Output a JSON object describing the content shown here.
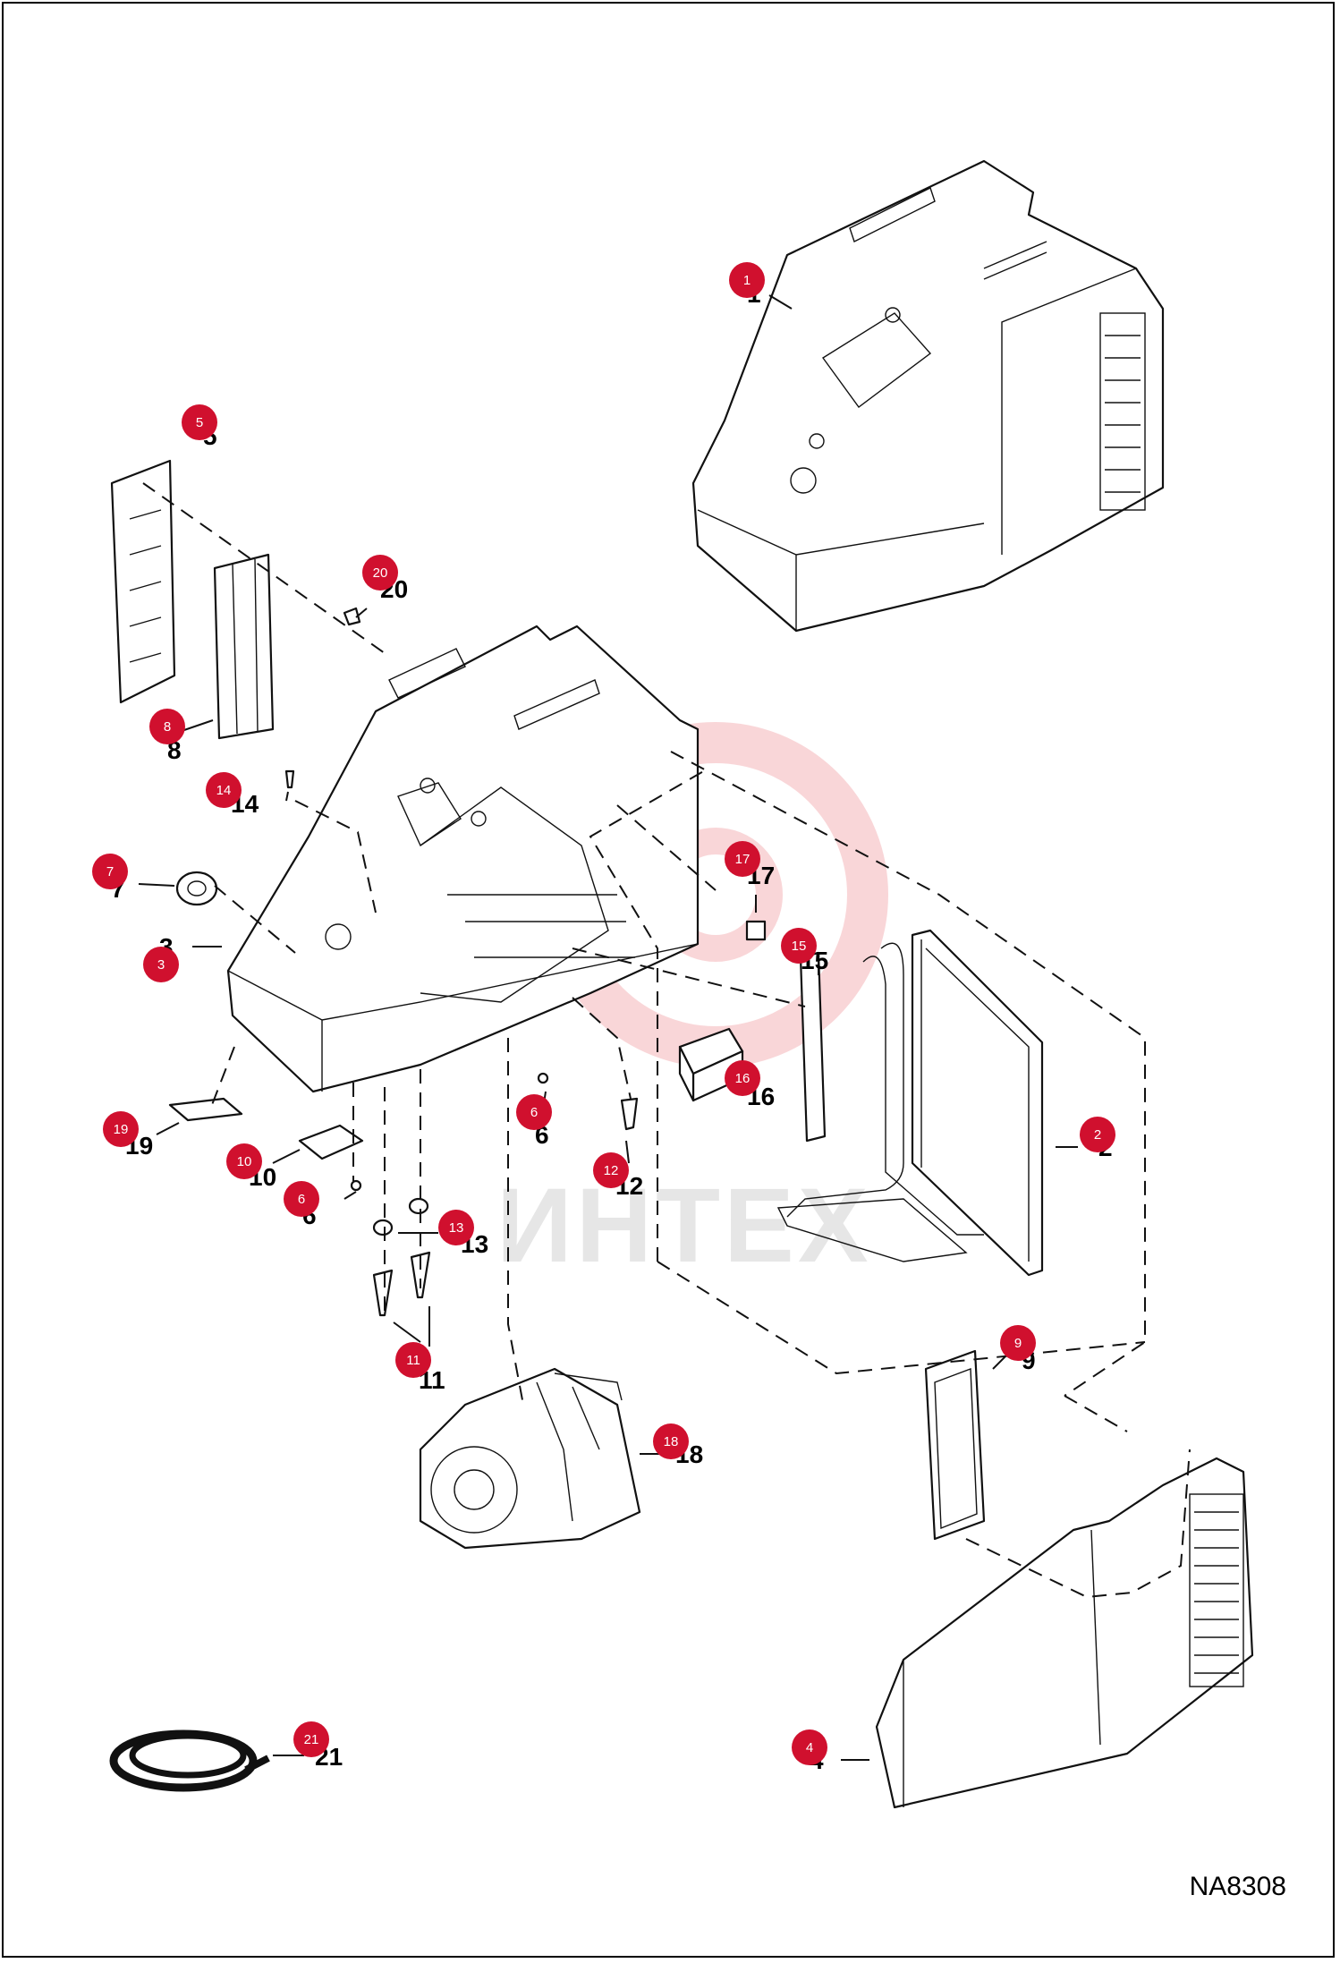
{
  "watermark": "ИНТЕХ",
  "drawing_code": "NA8308",
  "callouts": [
    {
      "id": "1",
      "label": "1"
    },
    {
      "id": "2",
      "label": "2"
    },
    {
      "id": "3",
      "label": "3"
    },
    {
      "id": "4",
      "label": "4"
    },
    {
      "id": "5",
      "label": "5"
    },
    {
      "id": "6a",
      "label": "6"
    },
    {
      "id": "6b",
      "label": "6"
    },
    {
      "id": "7",
      "label": "7"
    },
    {
      "id": "8",
      "label": "8"
    },
    {
      "id": "9",
      "label": "9"
    },
    {
      "id": "10",
      "label": "10"
    },
    {
      "id": "11",
      "label": "11"
    },
    {
      "id": "12",
      "label": "12"
    },
    {
      "id": "13",
      "label": "13"
    },
    {
      "id": "14",
      "label": "14"
    },
    {
      "id": "15",
      "label": "15"
    },
    {
      "id": "16",
      "label": "16"
    },
    {
      "id": "17",
      "label": "17"
    },
    {
      "id": "18",
      "label": "18"
    },
    {
      "id": "19",
      "label": "19"
    },
    {
      "id": "20",
      "label": "20"
    },
    {
      "id": "21",
      "label": "21"
    }
  ],
  "colors": {
    "badge": "#d0102e",
    "line": "#111111",
    "watermark": "#f2a3a8"
  }
}
